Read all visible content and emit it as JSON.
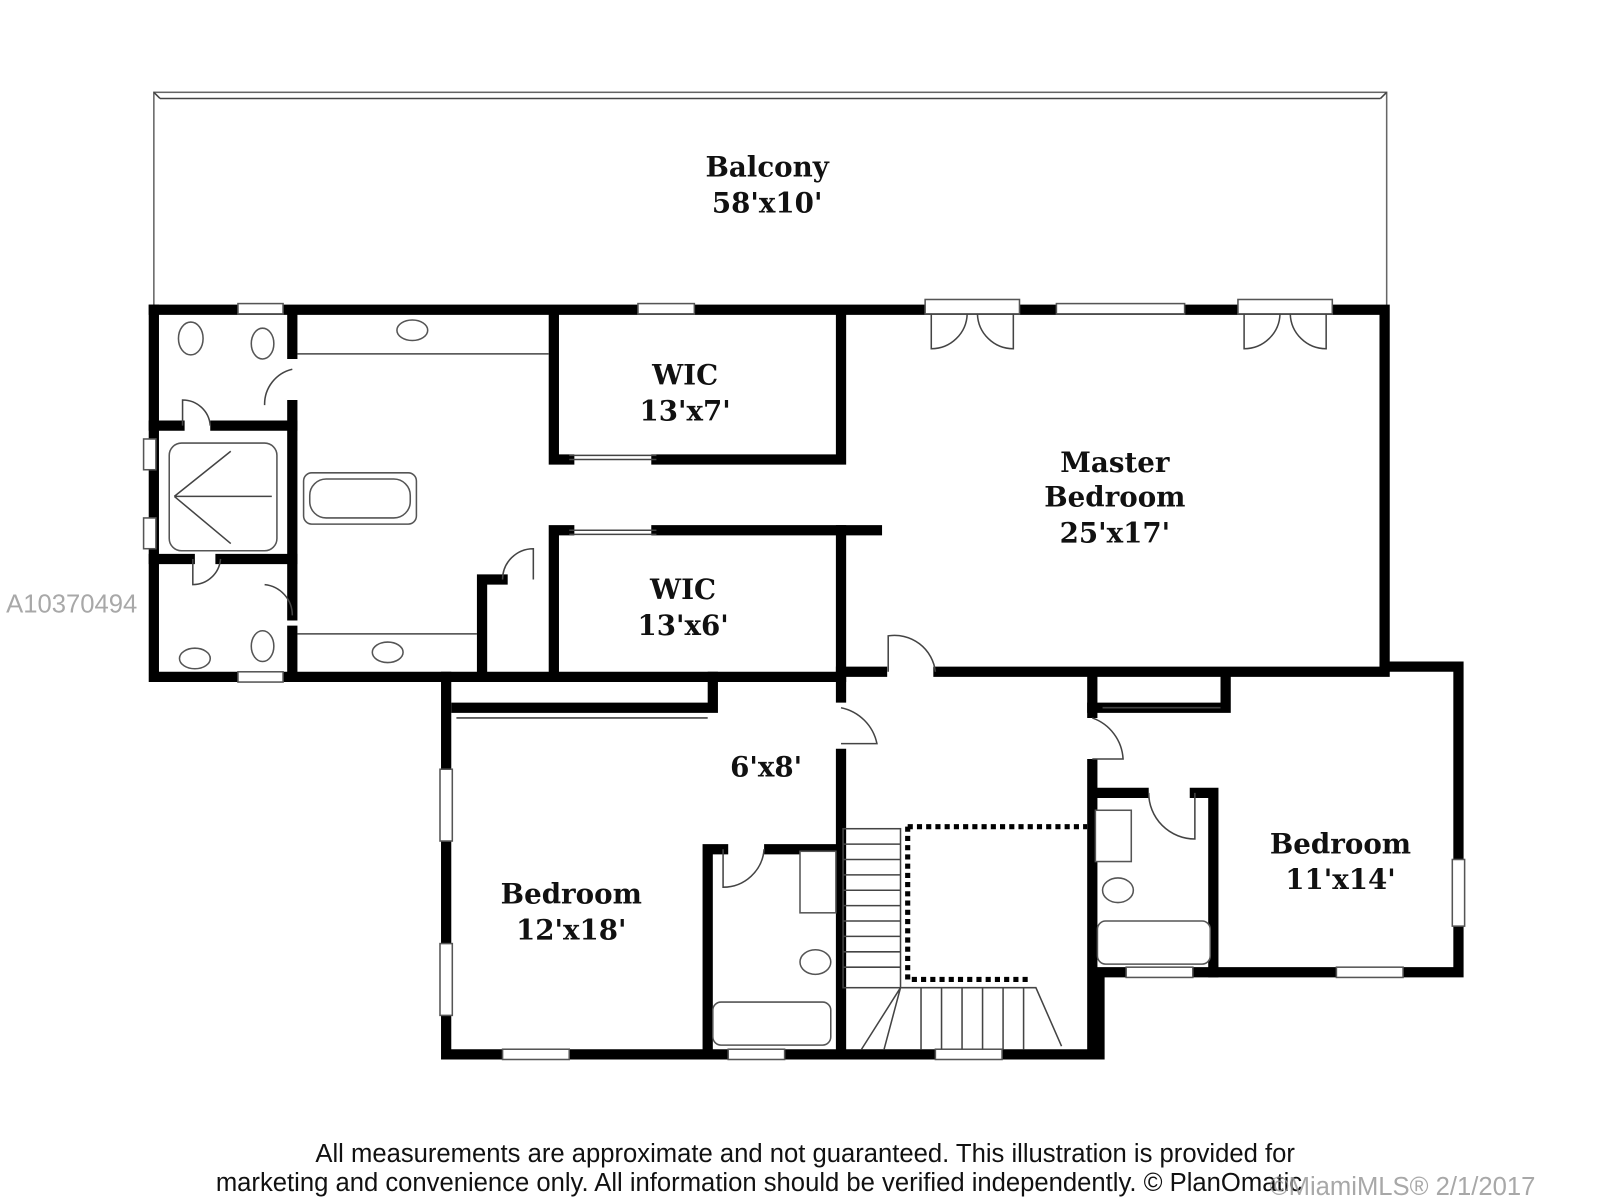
{
  "rooms": {
    "balcony": {
      "name": "Balcony",
      "size": "58'x10'"
    },
    "wic_upper": {
      "name": "WIC",
      "size": "13'x7'"
    },
    "wic_lower": {
      "name": "WIC",
      "size": "13'x6'"
    },
    "master": {
      "name_line1": "Master",
      "name_line2": "Bedroom",
      "size": "25'x17'"
    },
    "closet": {
      "size": "6'x8'"
    },
    "bedroom_left": {
      "name": "Bedroom",
      "size": "12'x18'"
    },
    "bedroom_right": {
      "name": "Bedroom",
      "size": "11'x14'"
    }
  },
  "disclaimer": {
    "line1": "All measurements are approximate and not guaranteed. This illustration is provided for",
    "line2": "marketing and convenience only. All information should be verified independently. © PlanOmatic"
  },
  "watermarks": {
    "listing_id": "A10370494",
    "copyright": "©MiamiMLS® 2/1/2017"
  }
}
